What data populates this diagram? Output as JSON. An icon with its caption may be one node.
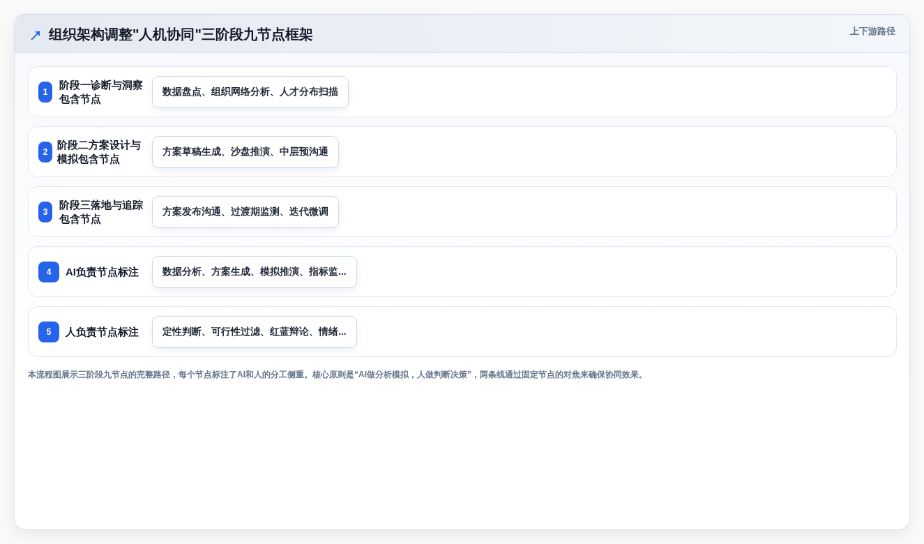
{
  "diagram": {
    "title": "组织架构调整\"人机协同\"三阶段九节点框架",
    "caption": "本流程图展示三阶段九节点的完整路径，每个节点标注了AI和人的分工侧重。核心原则是“AI做分析模拟，人做判断决策”，两条线通过固定节点的对焦来确保协同效果。",
    "nodes": [
      {
        "text": [
          "阶段一诊断与洞察包含节点"
        ]
      },
      {
        "text": [
          "1"
        ],
        "in": 0
      },
      {
        "text": [
          "数据盘点、组织网络分析、人才分布扫描"
        ],
        "in": 0
      },
      {
        "text": [
          "阶段二方案设计与模拟包含节点"
        ]
      },
      {
        "text": [
          "2"
        ],
        "in": 3
      },
      {
        "text": [
          "方案草稿生成、沙盘推演、中层预沟通"
        ],
        "in": 3
      },
      {
        "text": [
          "阶段三落地与追踪包含节点"
        ]
      },
      {
        "text": [
          "3"
        ],
        "in": 6
      },
      {
        "text": [
          "方案发布沟通、过渡期监测、迭代微调"
        ],
        "in": 6
      },
      {
        "text": [
          "AI负责节点标注"
        ]
      },
      {
        "text": [
          "4"
        ],
        "in": 9
      },
      {
        "text": [
          "数据分析、方案生成、模拟推演、指标监..."
        ],
        "in": 9
      },
      {
        "text": [
          "人负责节点标注"
        ]
      },
      {
        "text": [
          "5"
        ],
        "in": 12
      },
      {
        "text": [
          "定性判断、可行性过滤、红蓝辩论、情绪..."
        ],
        "in": 12
      }
    ],
    "labels": [
      "上下游路径"
    ]
  }
}
